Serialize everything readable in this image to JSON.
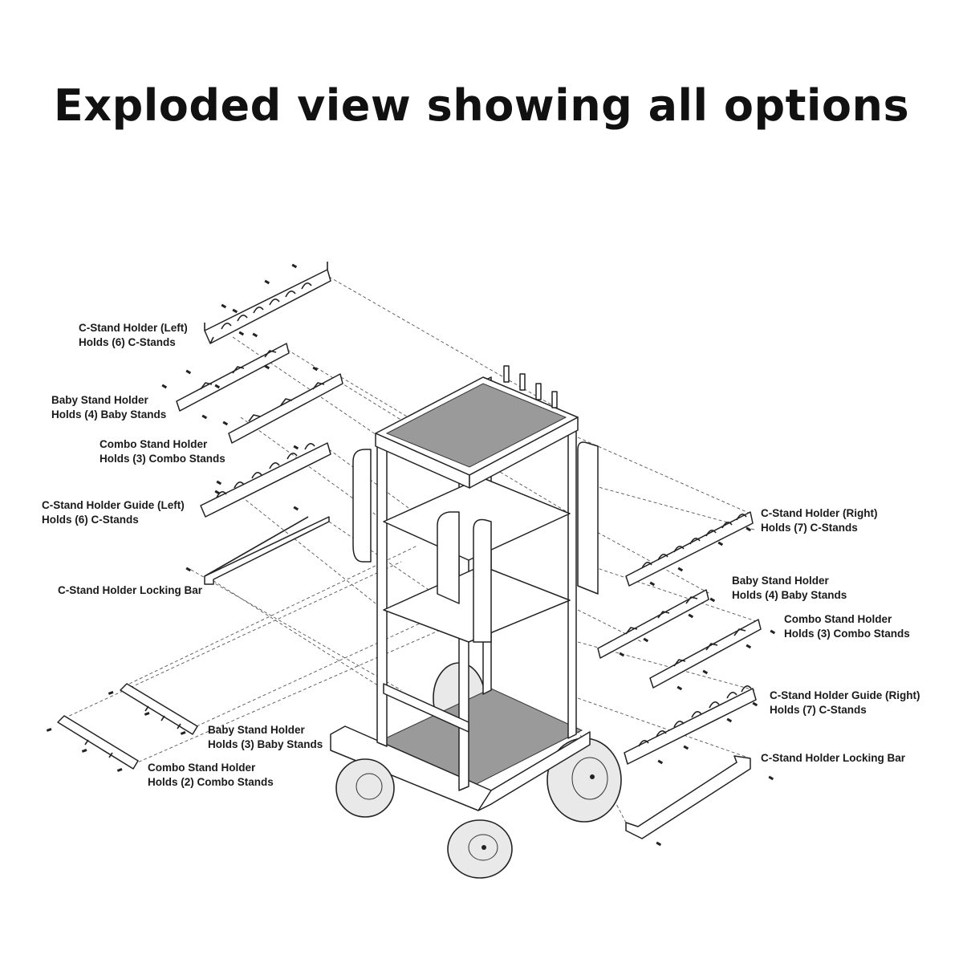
{
  "title": "Exploded view showing all options",
  "labels": {
    "c_stand_holder_left": [
      "C-Stand Holder (Left)",
      "Holds (6) C-Stands"
    ],
    "baby_stand_holder_left": [
      "Baby Stand Holder",
      "Holds (4) Baby Stands"
    ],
    "combo_stand_holder_left": [
      "Combo Stand Holder",
      "Holds (3) Combo Stands"
    ],
    "c_stand_holder_guide_left": [
      "C-Stand Holder Guide (Left)",
      "Holds (6) C-Stands"
    ],
    "c_stand_holder_locking_bar_left": [
      "C-Stand Holder Locking Bar"
    ],
    "baby_stand_holder_small": [
      "Baby Stand Holder",
      "Holds (3) Baby Stands"
    ],
    "combo_stand_holder_small": [
      "Combo Stand Holder",
      "Holds (2) Combo Stands"
    ],
    "c_stand_holder_right": [
      "C-Stand Holder (Right)",
      "Holds (7) C-Stands"
    ],
    "baby_stand_holder_right": [
      "Baby Stand Holder",
      "Holds (4) Baby Stands"
    ],
    "combo_stand_holder_right": [
      "Combo Stand Holder",
      "Holds (3) Combo Stands"
    ],
    "c_stand_holder_guide_right": [
      "C-Stand Holder Guide (Right)",
      "Holds (7) C-Stands"
    ],
    "c_stand_holder_locking_bar_right": [
      "C-Stand Holder Locking Bar"
    ]
  }
}
